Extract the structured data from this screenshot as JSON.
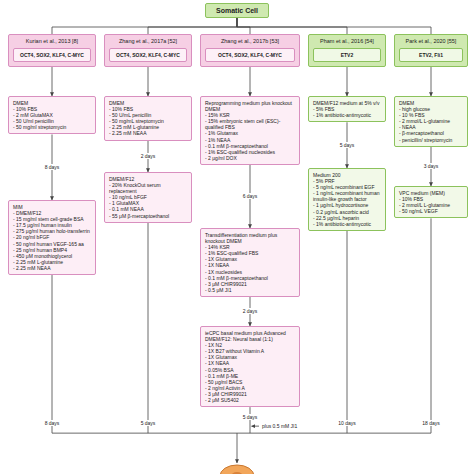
{
  "diagram": {
    "nodes": [
      {
        "text": [
          "Somatic Cell"
        ]
      },
      {
        "text": [
          "Kurian et al., 2013 [8]"
        ]
      },
      {
        "text": [
          "OCT4, SOX2, KLF4, C-MYC"
        ],
        "in": 1
      },
      {
        "text": [
          "DMEM",
          "- 10% FBS",
          "- 2 mM GlutaMAX",
          "- 50 U/ml penicillin",
          "- 50 mg/ml streptomycin"
        ]
      },
      {
        "text": [
          "MIM",
          "- DMEM/F12",
          "- 15 mg/ml stem cell-grade BSA",
          "- 17.5 μg/ml human insulin",
          "- 275 μg/ml human holo-transferrin",
          "- 20 ng/ml bFGF",
          "- 50 ng/ml human VEGF-165 aa",
          "- 25 ng/ml human BMP4",
          "- 450 μM monothioglycerol",
          "- 2.25 mM L-glutamine",
          "- 2.25 mM NEAA"
        ]
      },
      {
        "text": [
          "Zhang et al., 2017a [52]"
        ]
      },
      {
        "text": [
          "OCT4, SOX2, KLF4, C-MYC"
        ],
        "in": 5
      },
      {
        "text": [
          "DMEM",
          "- 10% FBS",
          "- 50 U/mL penicillin",
          "- 50 mg/mL streptomycin",
          "- 2.25 mM L-glutamine",
          "- 2.25 mM NEAA"
        ]
      },
      {
        "text": [
          "DMEM/F12",
          "- 20% KnockOut serum replacement",
          "- 10 ng/mL bFGF",
          "- 1 GlutaMAX",
          "- 0.1 mM NEAA",
          "- 55 μM β-mercaptoethanol"
        ]
      },
      {
        "text": [
          "Zhang et al., 2017b [53]"
        ]
      },
      {
        "text": [
          "OCT4, SOX2, KLF4, C-MYC"
        ],
        "in": 9
      },
      {
        "text": [
          "Reprogramming medium plus knockout DMEM",
          "- 15% KSR",
          "- 15% embryonic stem cell (ESC)- qualified FBS",
          "- 1% Glutamax",
          "- 1% NEAA",
          "- 0.1 mM β-mercaptoethanol",
          "- 1% ESC-qualified nucleosides",
          "- 2 μg/ml DOX"
        ]
      },
      {
        "text": [
          "Transdifferentiation medium plus knockout DMEM",
          "- 14% KSR",
          "- 1% ESC-qualified FBS",
          "- 1X Glutamax",
          "- 1X NEAA",
          "- 1X nucleosides",
          "- 0.1 mM β-mercaptoethanol",
          "- 3 μM CHIR99021",
          "- 0.5 μM JI1"
        ]
      },
      {
        "text": [
          "ieCPC basal medium plus Advanced DMEM/F12: Neural basal (1:1)",
          "- 1X N2",
          "- 1X B27 without Vitamin A",
          "- 1X Glutamax",
          "- 1X NEAA",
          "- 0.05% BSA",
          "- 0.1 mM β-ME",
          "- 50 μg/ml BACS",
          "- 2 ng/ml Activin A",
          "- 3 μM CHIR99021",
          "- 2 μM SU5402"
        ]
      },
      {
        "text": [
          "Pham et al., 2016 [54]"
        ]
      },
      {
        "text": [
          "ETV2"
        ],
        "in": 14
      },
      {
        "text": [
          "DMEM/F12 medium at 5% v/v",
          "- 5% FBS",
          "- 1% antibiotic-antimycotic"
        ]
      },
      {
        "text": [
          "Medium 200",
          "- 5% PRF",
          "- 5 ng/mL recombinant EGF",
          "- 1 ng/mL recombinant human insulin-like growth factor",
          "- 1 μg/mL hydrocortisone",
          "- 0.2 μg/mL ascorbic acid",
          "- 22.5 μg/mL heparin",
          "- 1% antibiotic-antimycotic"
        ]
      },
      {
        "text": [
          "Park et al., 2020 [55]"
        ]
      },
      {
        "text": [
          "ETV2, Fli1"
        ],
        "in": 18
      },
      {
        "text": [
          "DMEM",
          "- high glucose",
          "- 10 % FBS",
          "- 2 mmol/L L-glutamine",
          "- NEAA",
          "- β-mercaptoethanol",
          "- penicillin/ streptomycin"
        ]
      },
      {
        "text": [
          "VPC medium (MEM)",
          "- 10% FBS",
          "- 2 mmol/L L-glutamine",
          "- 50 ng/mL VEGF"
        ]
      }
    ],
    "edges": [
      {
        "from": 0,
        "to": 1,
        "arrow": "none"
      },
      {
        "from": 0,
        "to": 5,
        "arrow": "none"
      },
      {
        "from": 0,
        "to": 9,
        "arrow": "none"
      },
      {
        "from": 0,
        "to": 14,
        "arrow": "none"
      },
      {
        "from": 0,
        "to": 18,
        "arrow": "none"
      },
      {
        "from": 1,
        "to": 3,
        "arrow": "to"
      },
      {
        "from": 3,
        "to": 4,
        "label": "8 days",
        "arrow": "to"
      },
      {
        "from": 5,
        "to": 7,
        "arrow": "to"
      },
      {
        "from": 7,
        "to": 8,
        "label": "2 days",
        "arrow": "to"
      },
      {
        "from": 9,
        "to": 11,
        "arrow": "to"
      },
      {
        "from": 11,
        "to": 12,
        "label": "6 days",
        "arrow": "to"
      },
      {
        "from": 12,
        "to": 13,
        "label": "2 days",
        "arrow": "to"
      },
      {
        "from": 14,
        "to": 16,
        "arrow": "to"
      },
      {
        "from": 16,
        "to": 17,
        "label": "5 days",
        "arrow": "to"
      },
      {
        "from": 18,
        "to": 20,
        "arrow": "to"
      },
      {
        "from": 20,
        "to": 21,
        "label": "3 days",
        "arrow": "to"
      }
    ],
    "labels": [
      "8 days",
      "5 days",
      "5 days",
      "plus 0.5 mM JI1",
      "10 days",
      "18 days"
    ]
  }
}
